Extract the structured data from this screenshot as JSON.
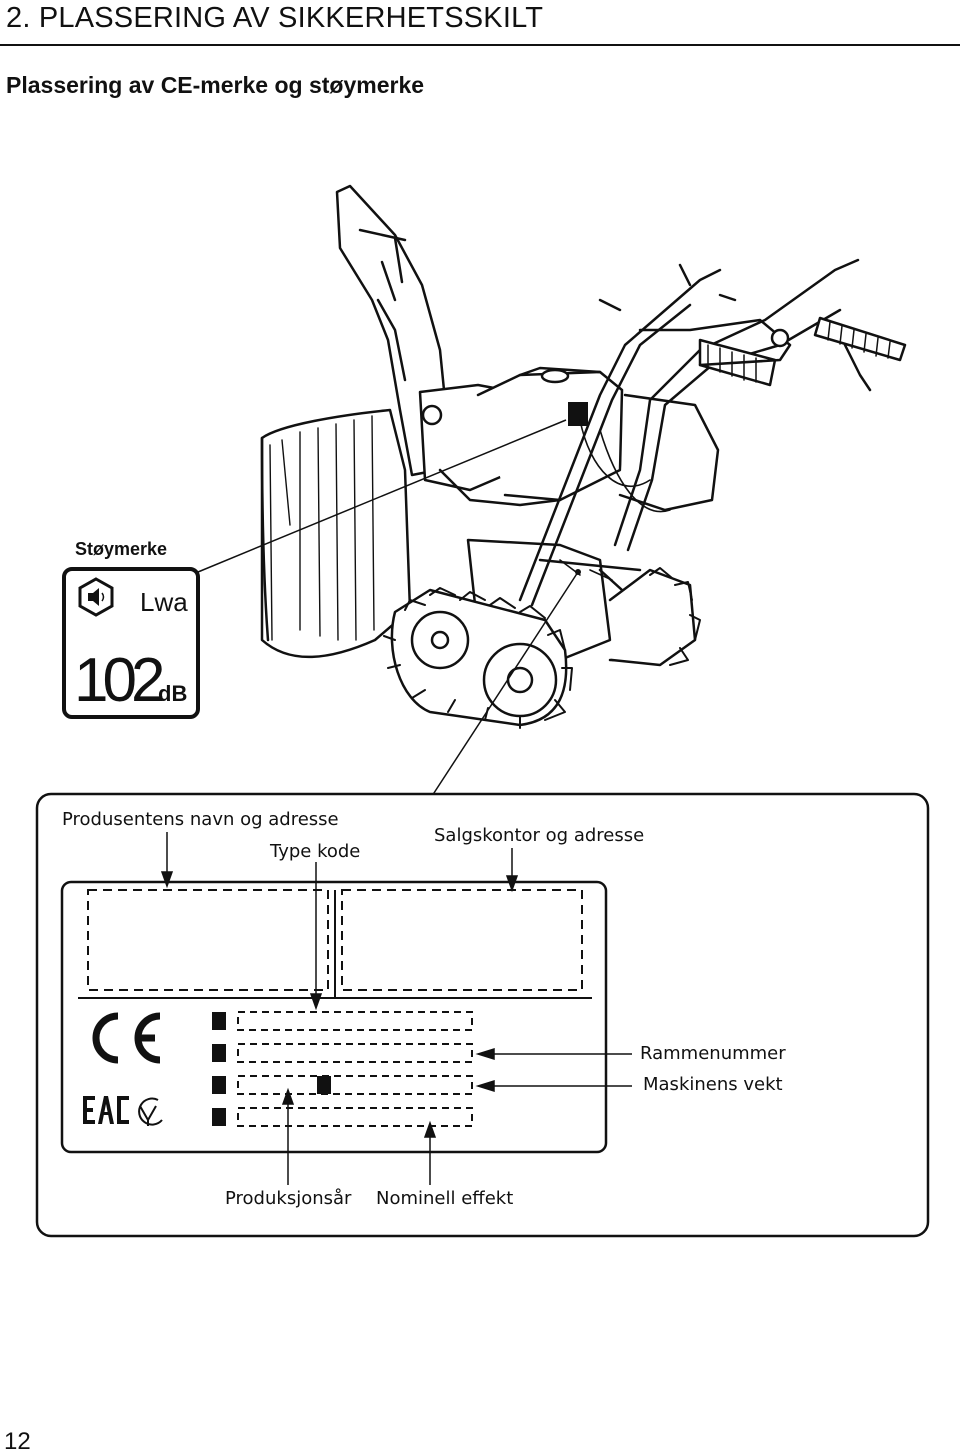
{
  "page": {
    "section_heading": "2. PLASSERING AV SIKKERHETSSKILT",
    "subheading": "Plassering av CE-merke og støymerke",
    "page_number": "12"
  },
  "noise_label": {
    "caption": "Støymerke",
    "symbol": "Lwa",
    "value": "102",
    "unit": "dB",
    "icon": "speaker-icon"
  },
  "rating_plate": {
    "callouts": {
      "manufacturer": "Produsentens navn og adresse",
      "type_code": "Type kode",
      "sales_office": "Salgskontor og adresse",
      "frame_number": "Rammenummer",
      "machine_weight": "Maskinens vekt",
      "production_year": "Produksjonsår",
      "rated_power": "Nominell effekt"
    },
    "marks": [
      "CE",
      "EAC",
      "UA"
    ]
  },
  "colors": {
    "ink": "#111111",
    "paper": "#ffffff"
  }
}
